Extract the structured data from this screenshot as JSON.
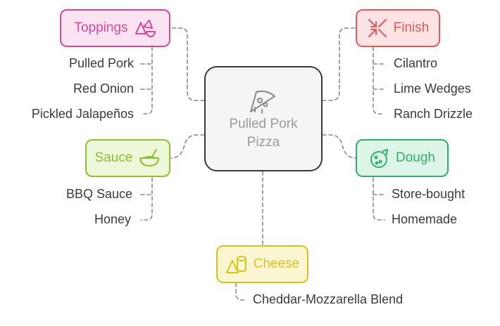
{
  "center": {
    "title_line1": "Pulled Pork",
    "title_line2": "Pizza",
    "icon": "pizza-slice-icon"
  },
  "branches": {
    "toppings": {
      "label": "Toppings",
      "icon": "nachos-icon",
      "color": "#d6489a",
      "fill": "#fbe3f1",
      "items": [
        "Pulled Pork",
        "Red Onion",
        "Pickled Jalapeños"
      ]
    },
    "finish": {
      "label": "Finish",
      "icon": "arrows-in-icon",
      "color": "#e05a5a",
      "fill": "#fde3e3",
      "items": [
        "Cilantro",
        "Lime Wedges",
        "Ranch Drizzle"
      ]
    },
    "sauce": {
      "label": "Sauce",
      "icon": "bowl-icon",
      "color": "#8fbf2e",
      "fill": "#eef7d9",
      "items": [
        "BBQ Sauce",
        "Honey"
      ]
    },
    "dough": {
      "label": "Dough",
      "icon": "dough-icon",
      "color": "#2fae6a",
      "fill": "#dcf5e7",
      "items": [
        "Store-bought",
        "Homemade"
      ]
    },
    "cheese": {
      "label": "Cheese",
      "icon": "cheese-icon",
      "color": "#d9c21a",
      "fill": "#fbf6d2",
      "items": [
        "Cheddar-Mozzarella Blend"
      ]
    }
  }
}
